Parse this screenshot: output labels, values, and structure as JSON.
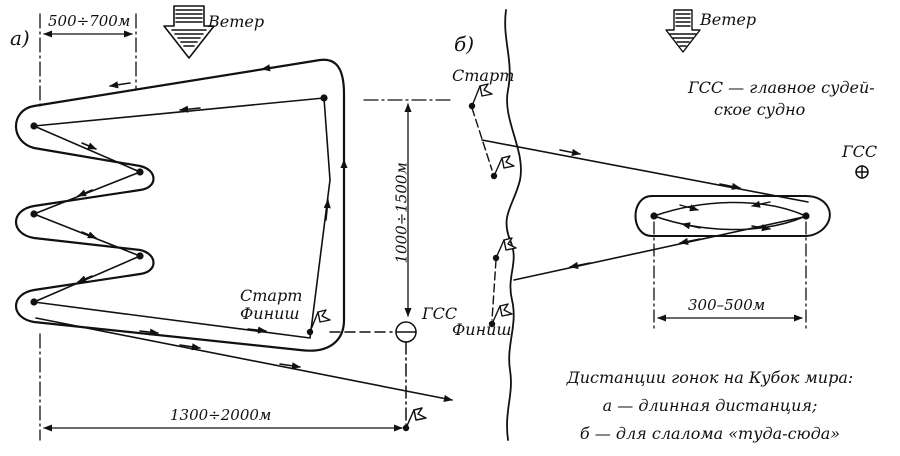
{
  "part_a": {
    "letter": "а)",
    "wind": "Ветер",
    "dim_top": "500÷700м",
    "dim_vertical": "1000÷1500м",
    "dim_bottom": "1300÷2000м",
    "start": "Старт",
    "finish": "Финиш",
    "judge_boat": "ГСС"
  },
  "part_b": {
    "letter": "б)",
    "wind": "Ветер",
    "start": "Старт",
    "finish": "Финиш",
    "judge_boat": "ГСС",
    "dim": "300–500м",
    "legend_line1": "ГСС — главное судей-",
    "legend_line2": "ское судно"
  },
  "caption": {
    "line1": "Дистанции гонок на Кубок мира:",
    "line2": "а — длинная дистанция;",
    "line3": "б — для слалома «туда-сюда»"
  },
  "colors": {
    "ink": "#111111",
    "paper": "#ffffff"
  }
}
